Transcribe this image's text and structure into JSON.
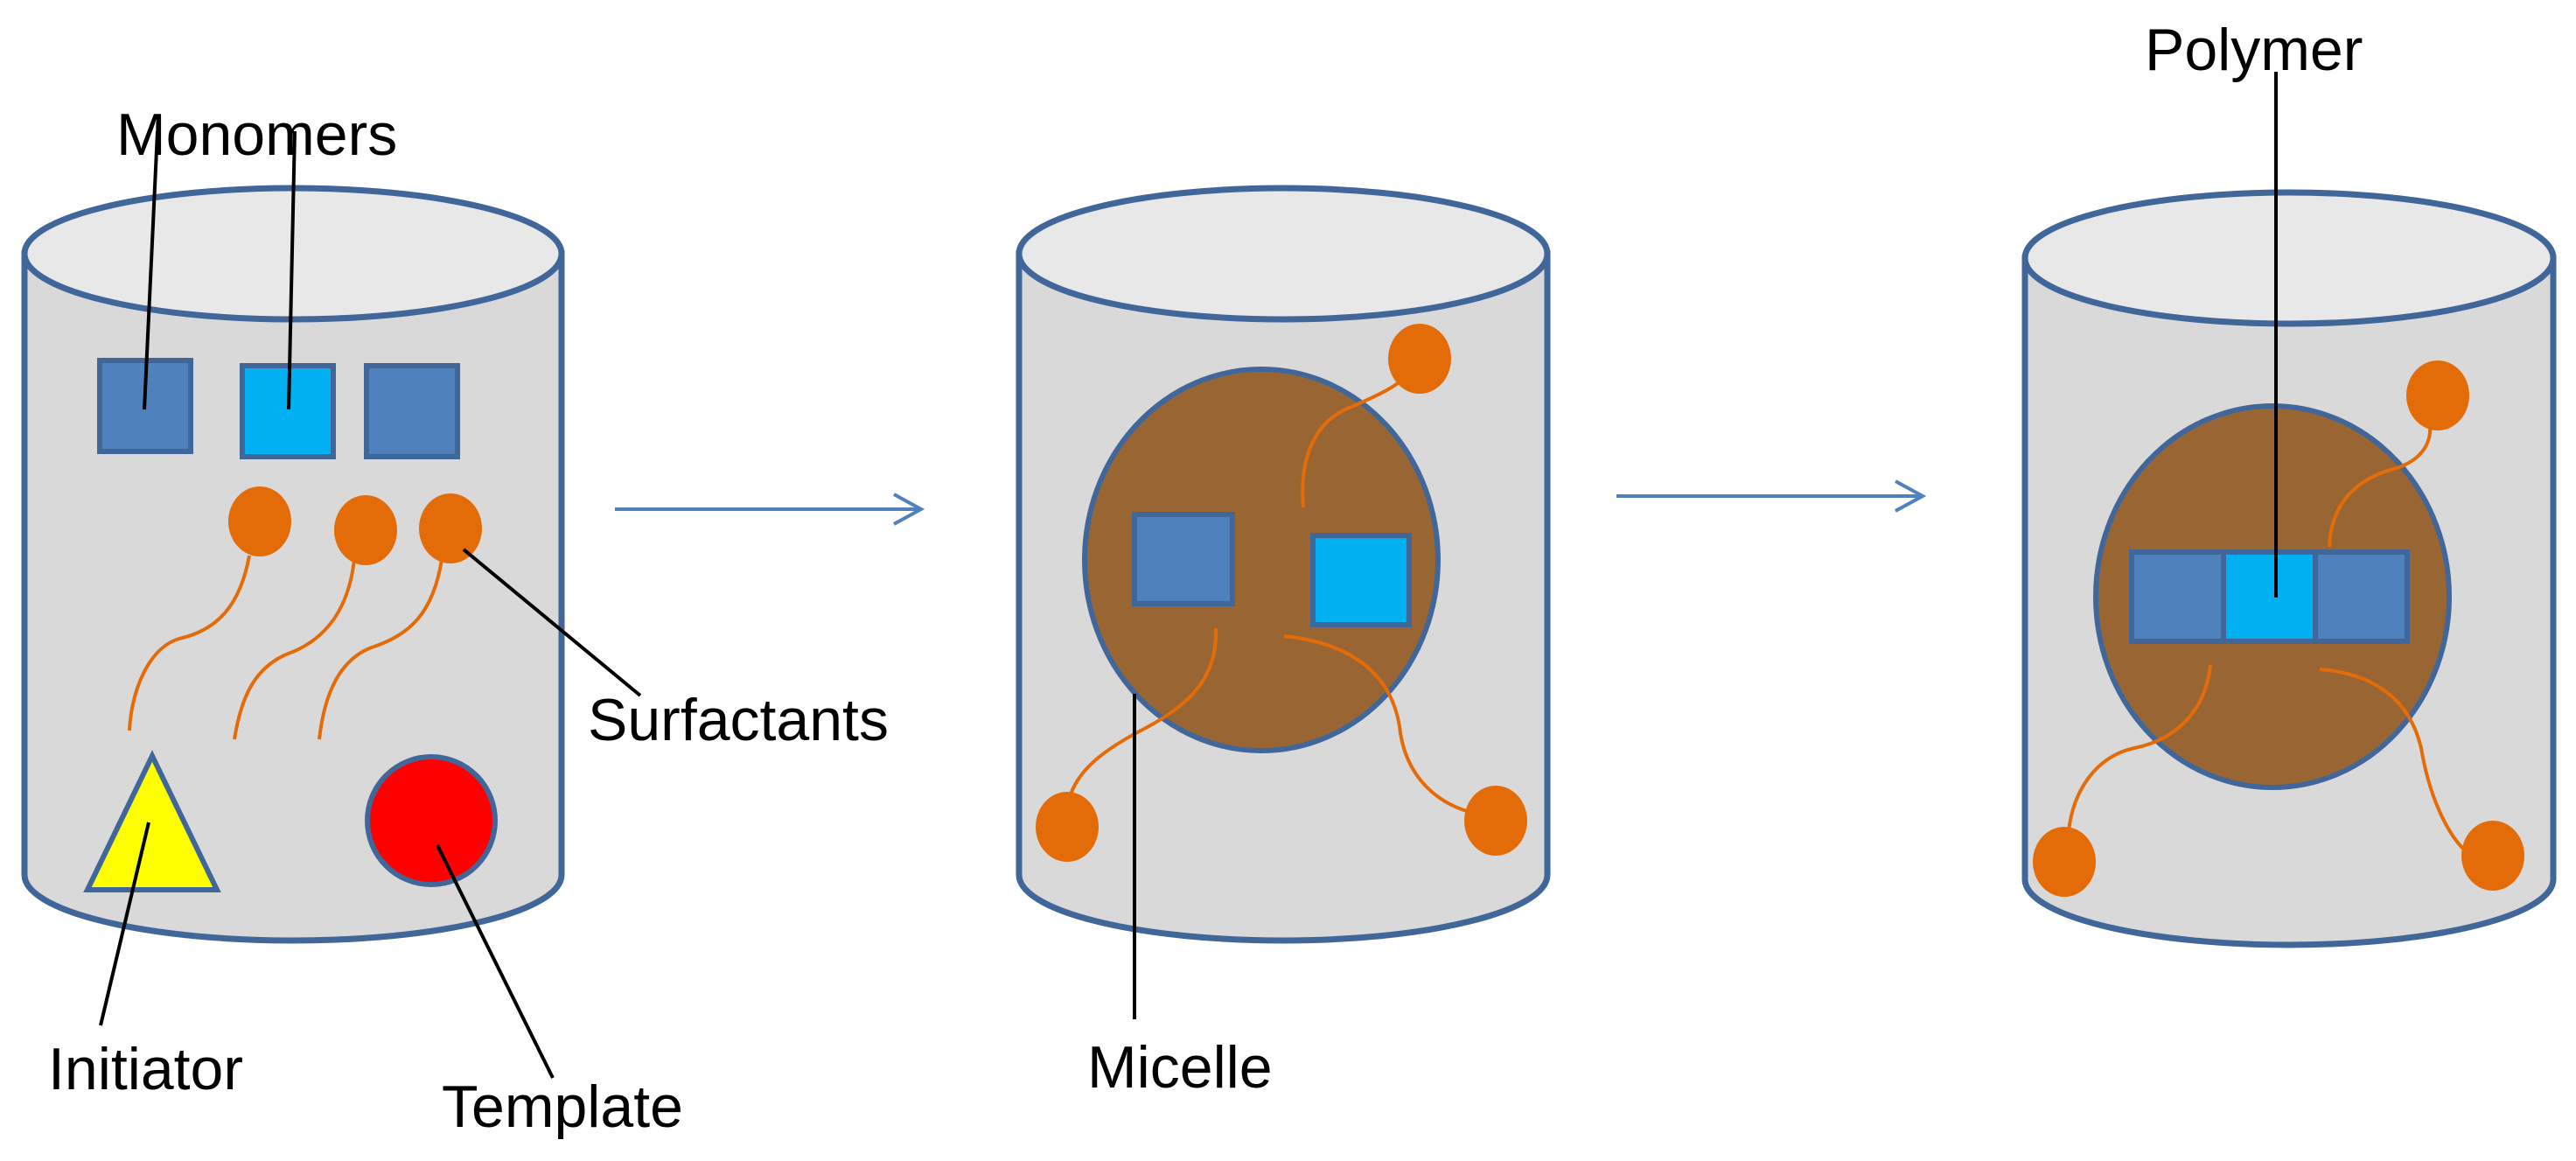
{
  "colors": {
    "background": "#ffffff",
    "vessel_fill": "#d9d9d9",
    "vessel_top_fill": "#e8e8e8",
    "outline": "#41679a",
    "monomer_dark": "#4f81bd",
    "monomer_light": "#00b0f0",
    "surfactant": "#e36c09",
    "micelle": "#996633",
    "initiator": "#ffff00",
    "template": "#ff0000",
    "arrow": "#4f81bd",
    "leader": "#000000"
  },
  "labels": {
    "monomers": "Monomers",
    "surfactants": "Surfactants",
    "initiator": "Initiator",
    "template": "Template",
    "micelle": "Micelle",
    "polymer": "Polymer"
  }
}
